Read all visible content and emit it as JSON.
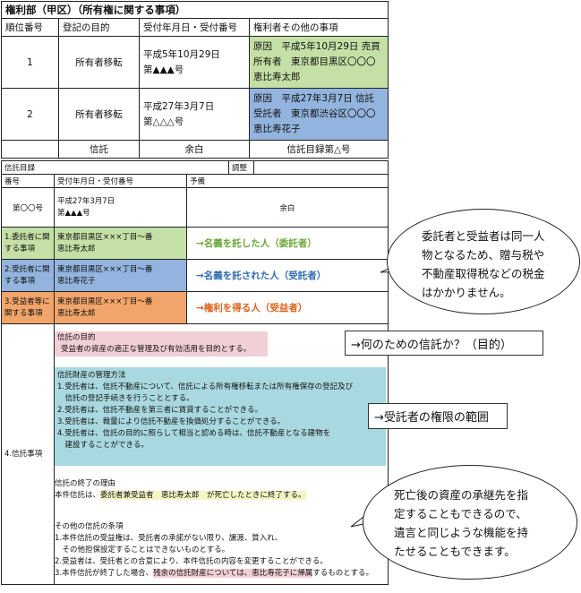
{
  "register": {
    "caption": "権利部（甲区）（所有権に関する事項）",
    "headers": [
      "順位番号",
      "登記の目的",
      "受付年月日・受付番号",
      "権利者その他の事項"
    ],
    "rows": [
      {
        "no": "1",
        "purpose": "所有者移転",
        "date": "平成5年10月29日",
        "num": "第▲▲▲号",
        "l1": "原因　平成5年10月29日 売買",
        "l2": "所有者　東京都目黒区〇〇〇",
        "l3": "恵比寿太郎"
      },
      {
        "no": "2",
        "purpose": "所有者移転",
        "date": "平成27年3月7日",
        "num": "第△△△号",
        "l1": "原因　平成27年3月7日 信託",
        "l2": "受託者　東京都渋谷区〇〇〇",
        "l3": "恵比寿花子"
      }
    ],
    "last": [
      "信託",
      "余白",
      "信託目録第△号"
    ]
  },
  "trust": {
    "title": "信託目録",
    "adjust": "調整",
    "h_no": "番号",
    "h_date": "受付年月日・受付番号",
    "h_prep": "予備",
    "no": "第〇〇号",
    "date": "平成27年3月7日",
    "num": "第▲▲▲号",
    "blank": "余白",
    "p1_label": "1.委託者に関する事項",
    "p1_addr": "東京都目黒区×××丁目〜番",
    "p1_name": "恵比寿太郎",
    "p1_note": "→名義を託した人（委託者）",
    "p2_label": "2.受託者に関する事項",
    "p2_addr": "東京都目黒区×××丁目〜番",
    "p2_name": "恵比寿花子",
    "p2_note": "→名義を託された人（受託者）",
    "p3_label": "3.受益者等に関する事項",
    "p3_addr": "東京都目黒区×××丁目〜番",
    "p3_name": "恵比寿太郎",
    "p3_note": "→権利を得る人（受益者）",
    "p4_label": "4.信託事項",
    "purpose_title": "信託の目的",
    "purpose_text": "受益者の資産の適正な管理及び有効活用を目的とする。",
    "mgmt_title": "信託財産の管理方法",
    "mgmt": [
      "1.受託者は、信託不動産について、信託による所有権移転または所有権保存の登記及び",
      "　信託の登記手続きを行うこととする。",
      "2.受託者は、信託不動産を第三者に賃貸することができる。",
      "3.受託者は、裁量により信託不動産を換価処分することができる。",
      "4.受託者は、信託の目的に照らして相当と認める時は、信託不動産となる建物を",
      "　建設することができる。"
    ],
    "end_title": "信託の終了の理由",
    "end_pre": "本件信託は、",
    "end_hl": "委託者兼受益者　恵比寿太郎　が死亡したときに終了する。",
    "other_title": "その他の信託の条項",
    "other": [
      "1.本件信託の受益権は、受託者の承諾がない限り、譲渡、質入れ、",
      "　その他担保設定することはできないものとする。",
      "2.受益者は、受託者との合意により、本件信託の内容を変更することができる。"
    ],
    "other3_pre": "3.本件信託が終了した場合、",
    "other3_hl": "残余の信託財産については、恵比寿花子に帰属",
    "other3_post": "するものとする。"
  },
  "notes": {
    "purpose": "→何のための信託か？（目的）",
    "authority": "→受託者の権限の範囲"
  },
  "bubbles": {
    "top": [
      "委託者と受益者は同一人",
      "物となるため、贈与税や",
      "不動産取得税などの税金",
      "はかかりません。"
    ],
    "bottom": [
      "死亡後の資産の承継先を指",
      "定することもできるので、",
      "遺言と同じような機能を持",
      "たせることもできます。"
    ]
  }
}
